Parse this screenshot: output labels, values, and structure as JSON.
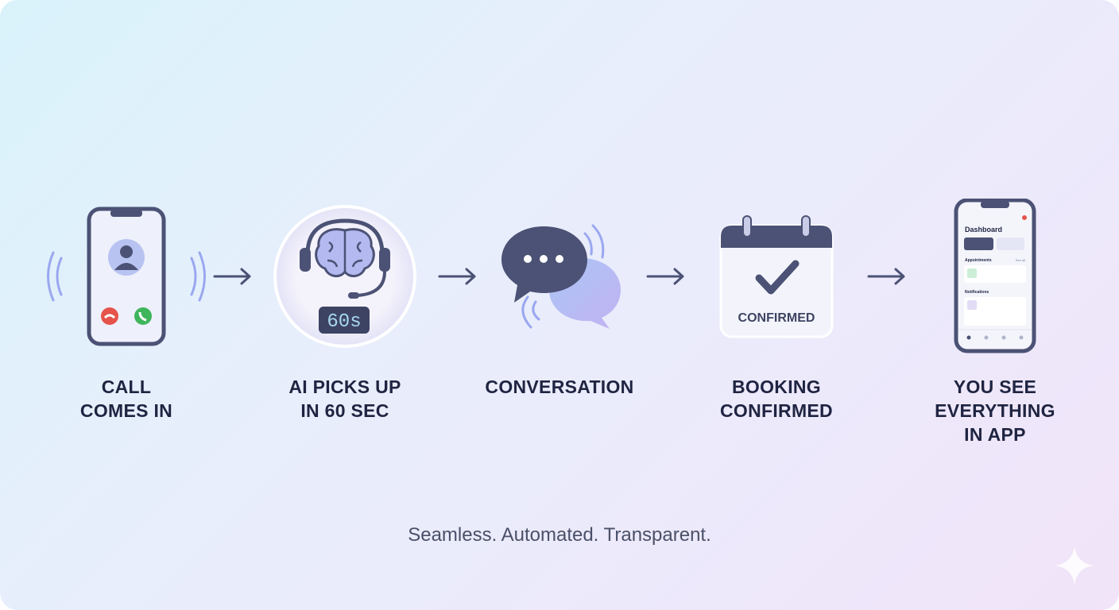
{
  "steps": [
    {
      "id": "call",
      "icon": "phone-ringing-icon",
      "lines": [
        "CALL",
        "COMES IN"
      ]
    },
    {
      "id": "ai",
      "icon": "brain-headset-icon",
      "timer": "60s",
      "lines": [
        "AI PICKS UP",
        "IN 60 SEC"
      ]
    },
    {
      "id": "conversation",
      "icon": "chat-bubbles-icon",
      "lines": [
        "CONVERSATION"
      ]
    },
    {
      "id": "booking",
      "icon": "calendar-check-icon",
      "badge": "CONFIRMED",
      "lines": [
        "BOOKING",
        "CONFIRMED"
      ]
    },
    {
      "id": "app",
      "icon": "phone-dashboard-icon",
      "dashboard": {
        "title": "Dashboard",
        "section1": "Appointments",
        "see_all": "See all",
        "section2": "Notifications"
      },
      "lines": [
        "YOU SEE",
        "EVERYTHING",
        "IN APP"
      ]
    }
  ],
  "tagline": "Seamless. Automated. Transparent.",
  "colors": {
    "ink": "#1f2442",
    "icon": "#4b5275",
    "accent": "#9aa7f0",
    "red": "#e5534b",
    "green": "#3fb55c"
  }
}
